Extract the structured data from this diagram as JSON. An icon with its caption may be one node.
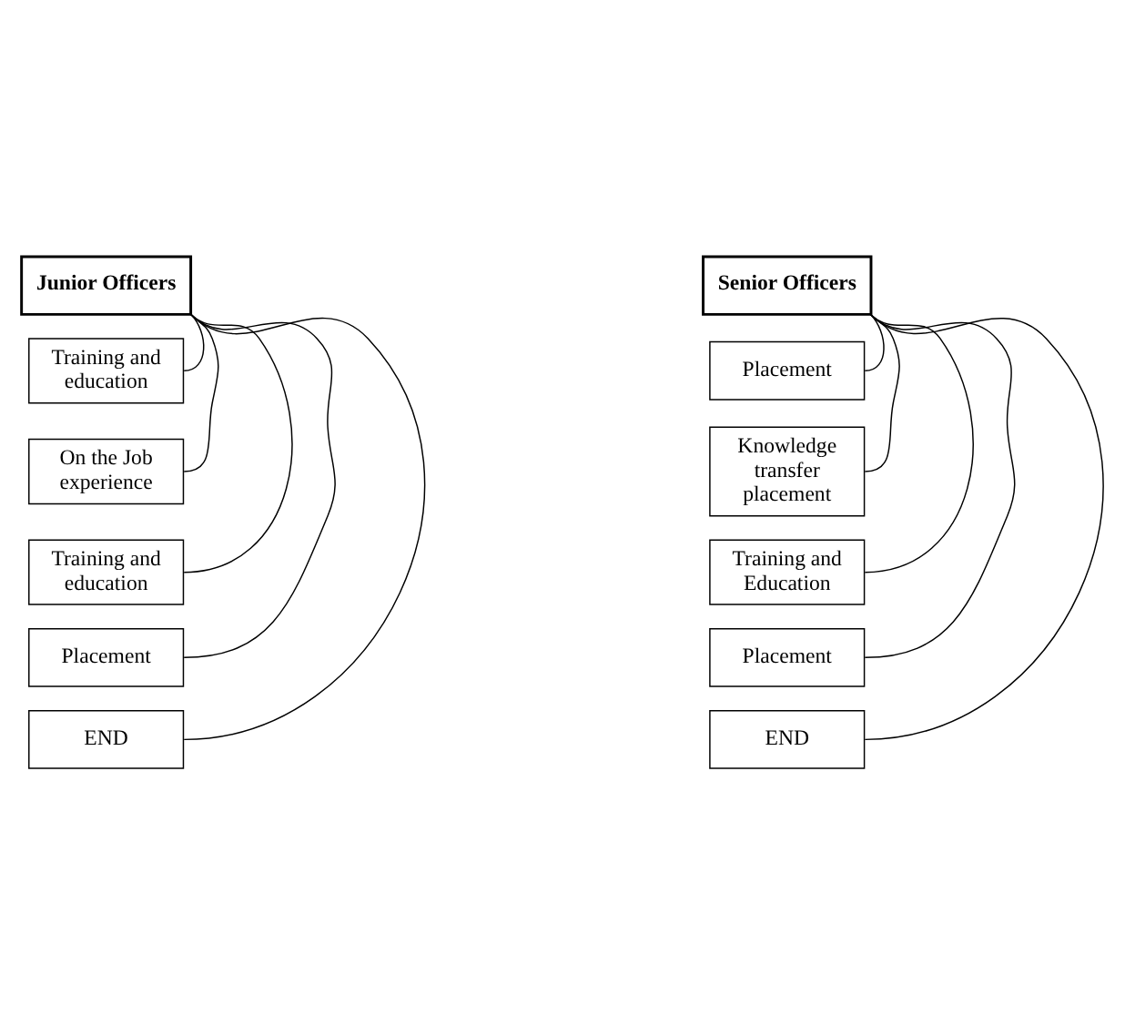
{
  "diagram": {
    "nodes": [
      {
        "text": [
          "Junior Officers"
        ]
      },
      {
        "text": [
          "Training and education"
        ]
      },
      {
        "text": [
          "On the Job experience"
        ]
      },
      {
        "text": [
          "Training and education"
        ]
      },
      {
        "text": [
          "Placement"
        ]
      },
      {
        "text": [
          "END"
        ]
      },
      {
        "text": [
          "Senior Officers"
        ]
      },
      {
        "text": [
          "Placement"
        ]
      },
      {
        "text": [
          "Knowledge transfer placement"
        ]
      },
      {
        "text": [
          "Training and Education"
        ]
      },
      {
        "text": [
          "Placement"
        ]
      },
      {
        "text": [
          "END"
        ]
      }
    ],
    "edges": [
      {
        "from": 0,
        "to": 1,
        "arrow": "none"
      },
      {
        "from": 0,
        "to": 2,
        "arrow": "none"
      },
      {
        "from": 0,
        "to": 3,
        "arrow": "none"
      },
      {
        "from": 0,
        "to": 4,
        "arrow": "none"
      },
      {
        "from": 0,
        "to": 5,
        "arrow": "none"
      },
      {
        "from": 6,
        "to": 7,
        "arrow": "none"
      },
      {
        "from": 6,
        "to": 8,
        "arrow": "none"
      },
      {
        "from": 6,
        "to": 9,
        "arrow": "none"
      },
      {
        "from": 6,
        "to": 10,
        "arrow": "none"
      },
      {
        "from": 6,
        "to": 11,
        "arrow": "none"
      }
    ]
  }
}
